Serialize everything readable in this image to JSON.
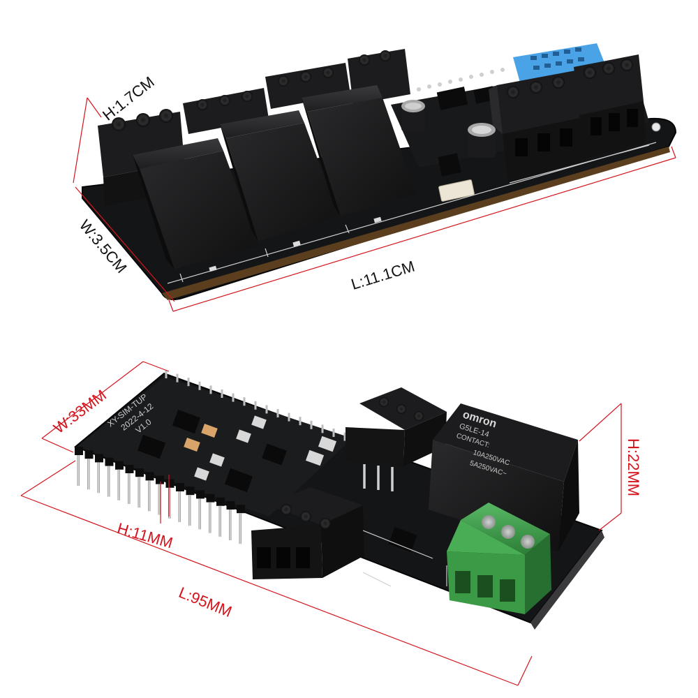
{
  "top_board": {
    "dimensions": {
      "height": "H:1.7CM",
      "width": "W:3.5CM",
      "length": "L:11.1CM"
    }
  },
  "bottom_board": {
    "dimensions": {
      "width": "W:33MM",
      "pin_height": "H:11MM",
      "length": "L:95MM",
      "height": "H:22MM"
    },
    "relay_markings": {
      "brand": "omron",
      "model": "G5LE-14",
      "contact_label": "CONTACT:",
      "rating_ac_1": "10A250VAC",
      "rating_ac_2": "5A250VAC~"
    },
    "silkscreen": {
      "line1": "XY-SIM-TUP",
      "line2": "2022-4-12",
      "line3": "V1.0"
    }
  },
  "colors": {
    "pcb": "#141517",
    "connector": "#1c1c1e",
    "sensor": "#4aa3e6",
    "terminal_green": "#3a9a45",
    "dim_line_black": "#222222",
    "dim_line_red": "#d4141c"
  }
}
